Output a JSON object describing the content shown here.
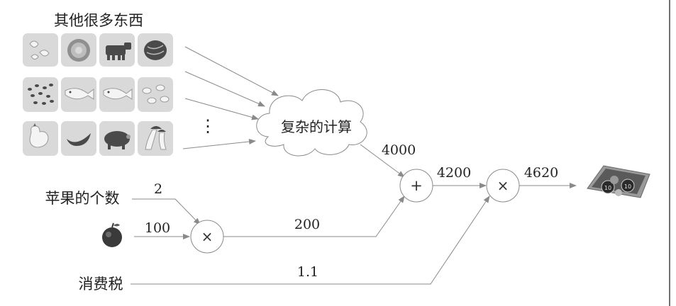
{
  "inputs": {
    "group_title": "其他很多东西",
    "apple_count_label": "苹果的个数",
    "tax_label": "消费税",
    "vertical_dots": "⋮",
    "item_icons": [
      "cashew-icon",
      "donut-icon",
      "cow-icon",
      "walnut-icon",
      "beans-icon",
      "fish-icon",
      "fish-icon",
      "peanut-icon",
      "chicken-icon",
      "banana-icon",
      "pig-icon",
      "mushroom-icon"
    ],
    "apple_icon": "apple-icon"
  },
  "nodes": {
    "complex": "复杂的计算",
    "mul_apple": "×",
    "add": "+",
    "mul_tax": "×",
    "output_icon": "money-tray-icon"
  },
  "edge_values": {
    "apple_count": "2",
    "apple_price": "100",
    "apple_total": "200",
    "complex_out": "4000",
    "add_out": "4200",
    "tax": "1.1",
    "final": "4620"
  }
}
